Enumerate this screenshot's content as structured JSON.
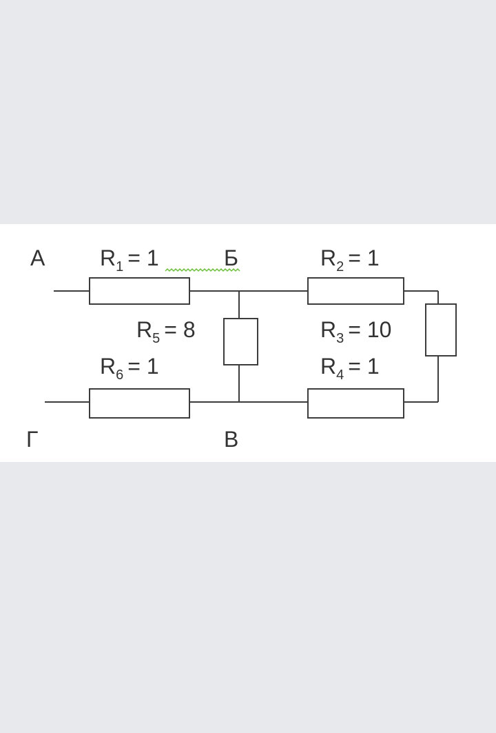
{
  "nodes": {
    "a": "А",
    "b": "Б",
    "v": "В",
    "g": "Г"
  },
  "resistors": {
    "r1": {
      "symbol": "R",
      "index": "1",
      "value": "= 1"
    },
    "r2": {
      "symbol": "R",
      "index": "2",
      "value": "= 1"
    },
    "r3": {
      "symbol": "R",
      "index": "3",
      "value": "= 10"
    },
    "r4": {
      "symbol": "R",
      "index": "4",
      "value": "= 1"
    },
    "r5": {
      "symbol": "R",
      "index": "5",
      "value": "= 8"
    },
    "r6": {
      "symbol": "R",
      "index": "6",
      "value": "= 1"
    }
  },
  "colors": {
    "background": "#e8e9ed",
    "panel": "#ffffff",
    "line": "#3c3c3c",
    "text": "#333333",
    "spellcheck": "#6cbf3c"
  }
}
